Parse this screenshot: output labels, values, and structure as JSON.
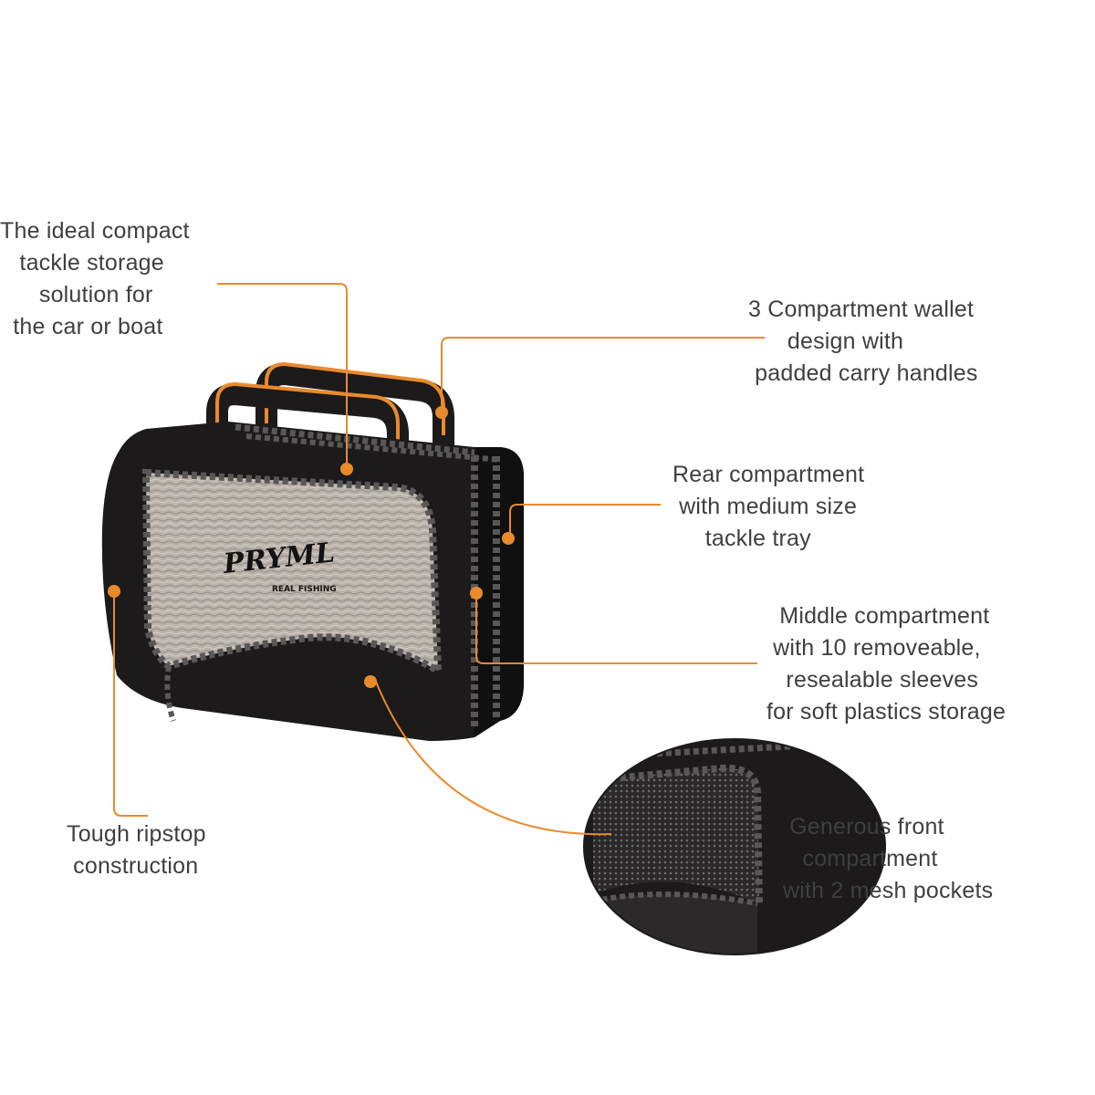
{
  "colors": {
    "leader": "#e98a2c",
    "text": "#3e3f3f",
    "bag_body": "#1c1a1a",
    "bag_panel": "#b9b3ab",
    "stitch": "#5a5757"
  },
  "product": {
    "logo_text": "PRYML",
    "logo_tagline": "REAL FISHING"
  },
  "callouts": [
    {
      "id": "compact",
      "text": "The ideal compact\n   tackle storage\n      solution for\n  the car or boat"
    },
    {
      "id": "wallet",
      "text": "3 Compartment wallet\n      design with\n padded carry handles"
    },
    {
      "id": "rear",
      "text": "Rear compartment\n with medium size\n     tackle tray"
    },
    {
      "id": "middle",
      "text": "  Middle compartment\n with 10 removeable,\n   resealable sleeves\nfor soft plastics storage"
    },
    {
      "id": "ripstop",
      "text": "Tough ripstop\n construction"
    },
    {
      "id": "front",
      "text": " Generous front\n   compartment\nwith 2 mesh pockets"
    }
  ]
}
